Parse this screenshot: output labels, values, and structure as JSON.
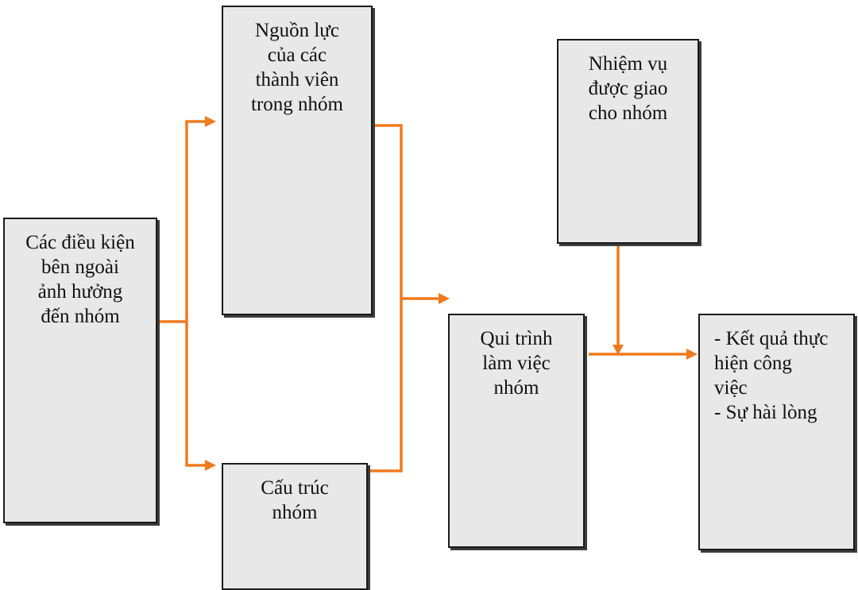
{
  "diagram": {
    "colors": {
      "connector": "#f07a1e",
      "box_fill": "#e8e8e8",
      "box_border": "#1a1a1a",
      "text": "#111111"
    },
    "nodes": {
      "external_conditions": "Các điều kiện\nbên ngoài\nảnh hưởng\nđến nhóm",
      "member_resources": "Nguồn lực\ncủa các\nthành viên\ntrong nhóm",
      "group_structure": "Cấu trúc\nnhóm",
      "group_tasks": "Nhiệm vụ\nđược giao\ncho nhóm",
      "work_process": "Qui trình\nlàm việc\nnhóm",
      "outcomes": "- Kết quả thực\nhiện công\nviệc\n- Sự hài   lòng"
    },
    "edges": [
      {
        "from": "external_conditions",
        "to": "member_resources"
      },
      {
        "from": "external_conditions",
        "to": "group_structure"
      },
      {
        "from": "member_resources",
        "to": "work_process"
      },
      {
        "from": "group_structure",
        "to": "work_process"
      },
      {
        "from": "group_tasks",
        "to": "outcomes"
      },
      {
        "from": "work_process",
        "to": "outcomes"
      }
    ]
  }
}
